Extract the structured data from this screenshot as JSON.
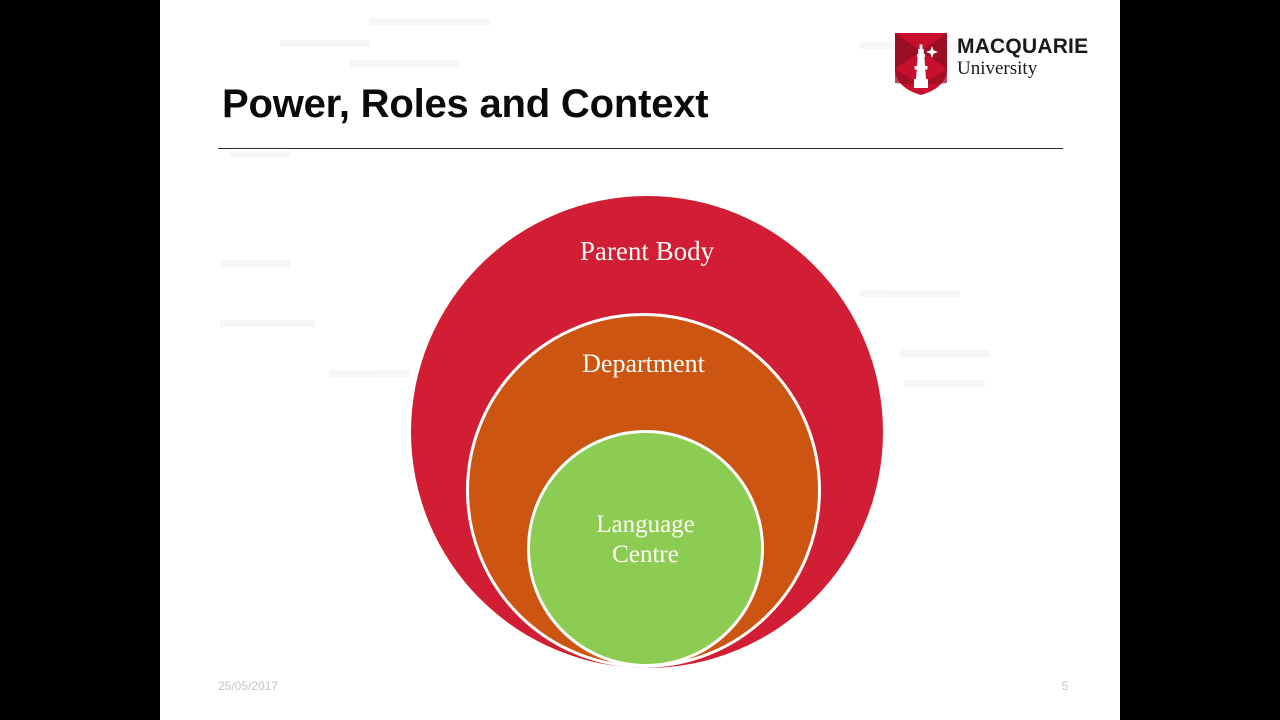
{
  "slide": {
    "title": "Power, Roles and Context",
    "page_number": "5",
    "date": "25/05/2017",
    "background_color": "#ffffff",
    "letterbox_color": "#000000"
  },
  "logo": {
    "name": "MACQUARIE",
    "subtitle": "University",
    "shield_color": "#C8102E",
    "shield_dark": "#9B0E24",
    "icon_name": "macquarie-lighthouse-shield"
  },
  "diagram": {
    "type": "nested-circles",
    "rings": [
      {
        "id": "parent",
        "label": "Parent Body",
        "lines": [
          "Parent Body"
        ],
        "color": "#D21E35",
        "level": 1
      },
      {
        "id": "department",
        "label": "Department",
        "lines": [
          "Department"
        ],
        "color": "#CC5611",
        "level": 2
      },
      {
        "id": "centre",
        "label": "Language Centre",
        "lines": [
          "Language",
          "Centre"
        ],
        "color": "#8DCC52",
        "level": 3
      }
    ]
  }
}
